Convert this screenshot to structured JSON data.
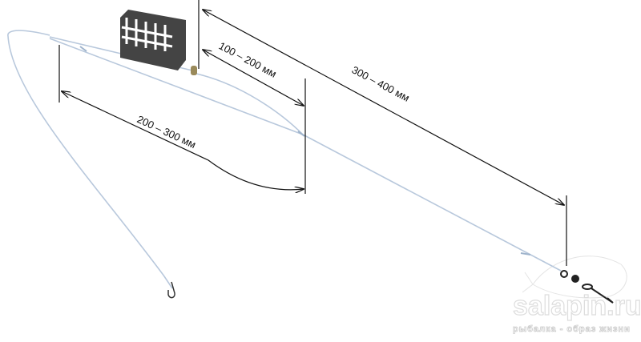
{
  "labels": {
    "hooklink_length": "200 – 300 мм",
    "feeder_link_length": "100 – 200 мм",
    "main_length": "300 – 400 мм"
  },
  "watermark": {
    "site": "salapin.ru",
    "slogan": "рыбалка - образ жизни"
  },
  "colors": {
    "line": "#b8c8dc",
    "dimension": "#111111",
    "feeder": "#3a3a3a"
  }
}
